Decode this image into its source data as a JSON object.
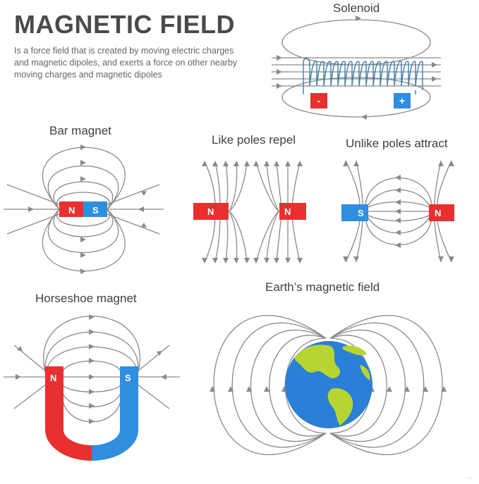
{
  "header": {
    "title": "MAGNETIC FIELD",
    "description": "Is a force field that is created by moving electric charges and magnetic dipoles, and exerts a force on other nearby moving charges and magnetic dipoles"
  },
  "panels": {
    "solenoid": {
      "label": "Solenoid",
      "minus": "-",
      "plus": "+"
    },
    "bar_magnet": {
      "label": "Bar magnet",
      "north": "N",
      "south": "S"
    },
    "like_poles": {
      "label": "Like poles repel",
      "left_pole": "N",
      "right_pole": "N"
    },
    "unlike_poles": {
      "label": "Unlike poles attract",
      "left_pole": "S",
      "right_pole": "N"
    },
    "horseshoe": {
      "label": "Horseshoe magnet",
      "north": "N",
      "south": "S"
    },
    "earth": {
      "label": "Earth’s magnetic field"
    }
  },
  "watermark": "...",
  "colors": {
    "north": "#e8312f",
    "south": "#2f8ee0",
    "line": "#8a8a8a",
    "ocean": "#2a7fd6",
    "land": "#b7d532",
    "coil": "#3f7fa8"
  }
}
